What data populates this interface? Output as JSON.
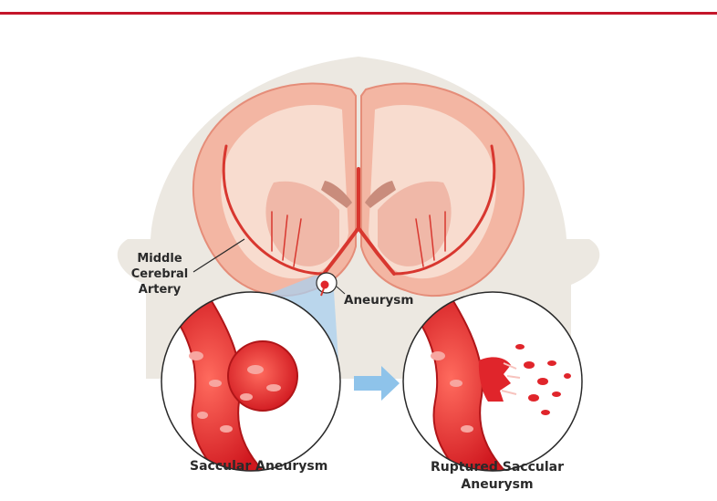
{
  "labels": {
    "middle_cerebral_artery": [
      "Middle",
      "Cerebral",
      "Artery"
    ],
    "aneurysm": "Aneurysm",
    "saccular_aneurysm": "Saccular Aneurysm",
    "ruptured_saccular_aneurysm": [
      "Ruptured Saccular",
      "Aneurysm"
    ]
  },
  "colors": {
    "accent_rule": "#c4162a",
    "head_silhouette": "#ece8e1",
    "brain_cortex": "#f3b6a3",
    "brain_inner": "#f8dccf",
    "artery": "#d8372f",
    "blood": "#e0252b",
    "magnifier_beam": "#a9d0ef",
    "arrow": "#8ec3ea"
  }
}
